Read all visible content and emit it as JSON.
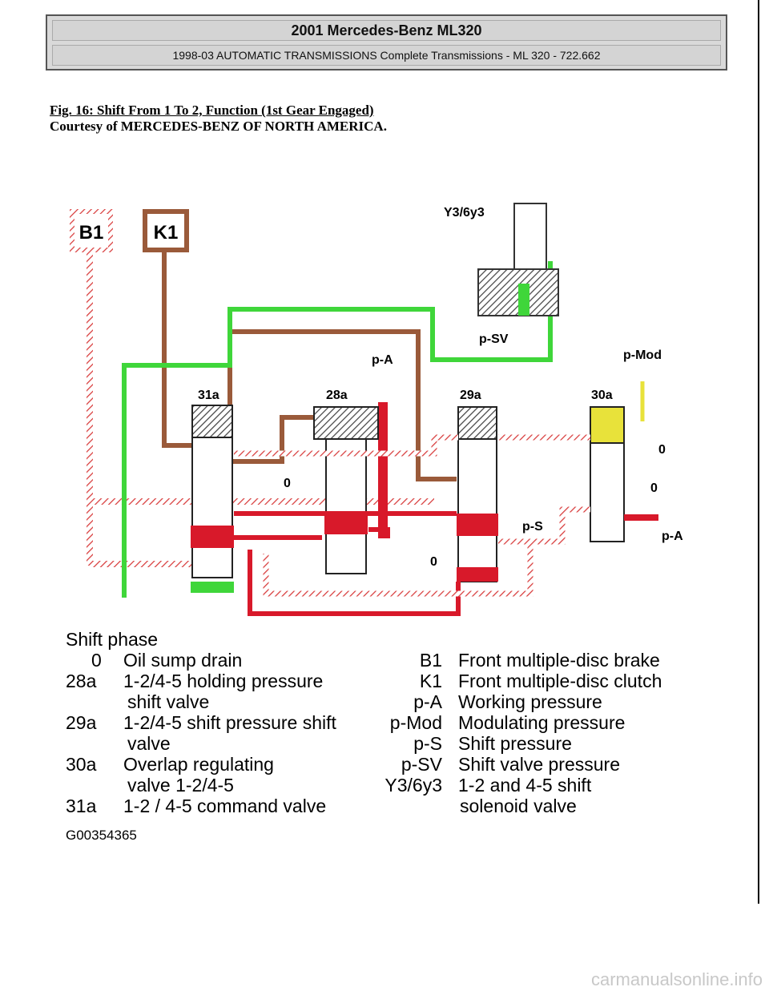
{
  "header": {
    "title": "2001 Mercedes-Benz ML320",
    "subtitle": "1998-03 AUTOMATIC TRANSMISSIONS Complete Transmissions - ML 320 - 722.662"
  },
  "figure": {
    "title": "Fig. 16: Shift From 1 To 2, Function (1st Gear Engaged)",
    "credit": "Courtesy of MERCEDES-BENZ OF NORTH AMERICA."
  },
  "diagram_labels": {
    "b1": "B1",
    "k1": "K1",
    "solenoid": "Y3/6y3",
    "psv": "p-SV",
    "pmod": "p-Mod",
    "pa_top": "p-A",
    "pa_right": "p-A",
    "ps": "p-S",
    "v31a": "31a",
    "v28a": "28a",
    "v29a": "29a",
    "v30a": "30a",
    "zero_28a": "0",
    "zero_29a": "0",
    "zero_30a_upper": "0",
    "zero_30a_lower": "0"
  },
  "legend": {
    "heading": "Shift phase",
    "left": [
      {
        "code": "0",
        "text": "Oil sump drain",
        "text2": ""
      },
      {
        "code": "28a",
        "text": "1-2/4-5 holding pressure",
        "text2": "shift valve"
      },
      {
        "code": "29a",
        "text": "1-2/4-5 shift pressure shift",
        "text2": "valve"
      },
      {
        "code": "30a",
        "text": "Overlap regulating",
        "text2": "valve 1-2/4-5"
      },
      {
        "code": "31a",
        "text": "1-2 / 4-5 command valve",
        "text2": ""
      }
    ],
    "right": [
      {
        "code": "B1",
        "text": "Front multiple-disc brake"
      },
      {
        "code": "K1",
        "text": "Front multiple-disc clutch"
      },
      {
        "code": "p-A",
        "text": "Working pressure"
      },
      {
        "code": "p-Mod",
        "text": "Modulating pressure"
      },
      {
        "code": "p-S",
        "text": "Shift pressure"
      },
      {
        "code": "p-SV",
        "text": "Shift valve pressure"
      },
      {
        "code": "Y3/6y3",
        "text": "1-2 and 4-5 shift",
        "text2": "solenoid valve"
      }
    ],
    "image_id": "G00354365"
  },
  "watermark": "carmanualsonline.info",
  "colors": {
    "green": "#3fd63a",
    "red": "#d8192a",
    "brown": "#9a5a3a",
    "yellow": "#e8e23a",
    "hatch": "#d83a3a"
  }
}
